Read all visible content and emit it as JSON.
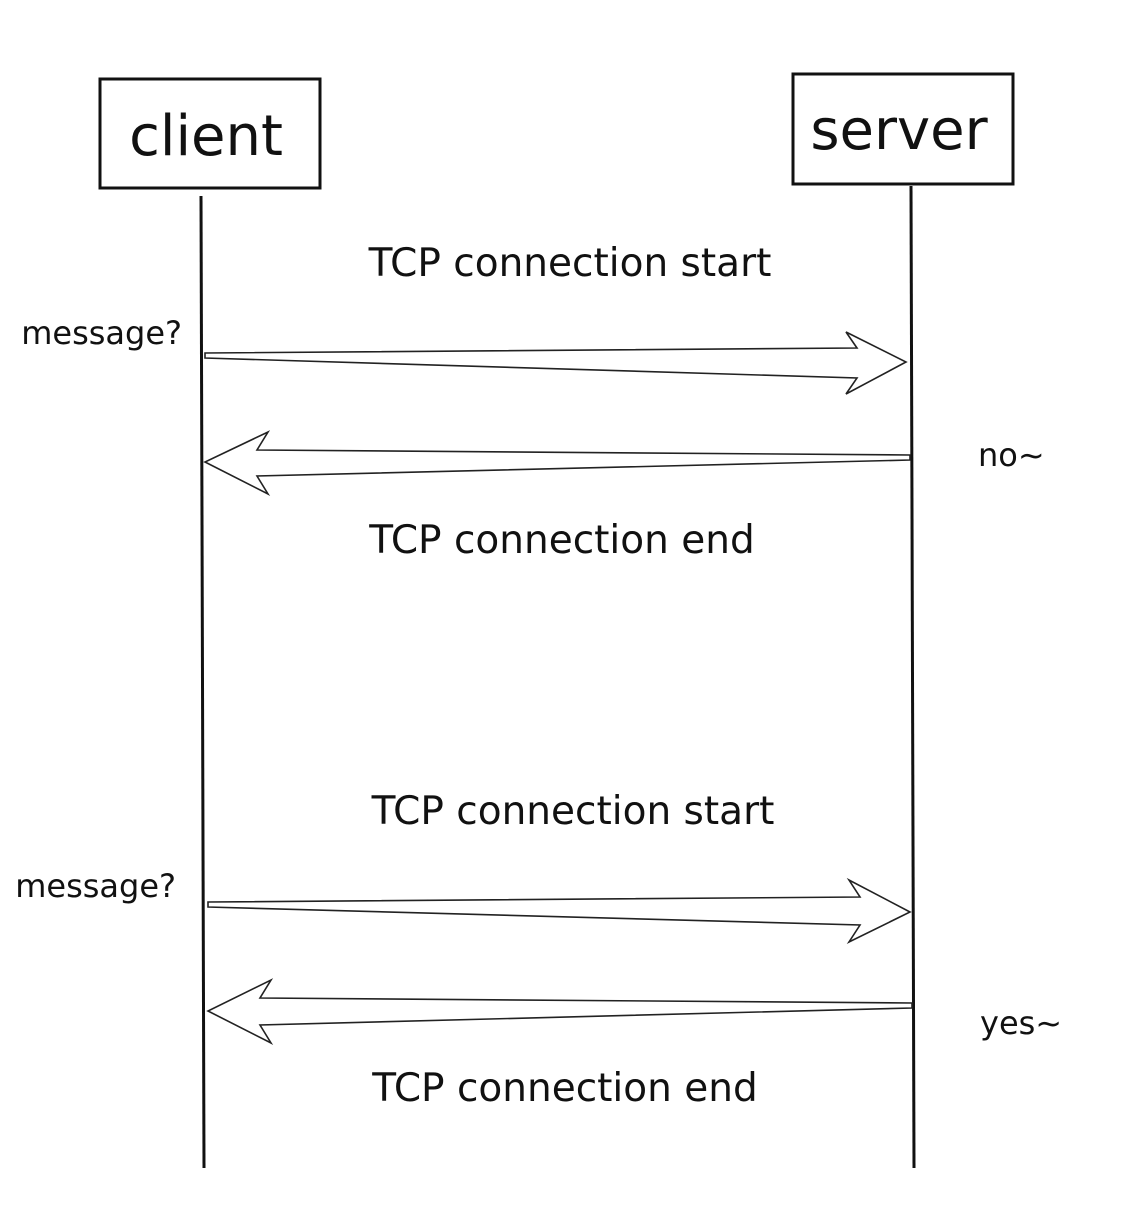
{
  "participants": {
    "client": "client",
    "server": "server"
  },
  "exchanges": [
    {
      "start_label": "TCP connection start",
      "request_label": "message?",
      "response_label": "no~",
      "end_label": "TCP connection end"
    },
    {
      "start_label": "TCP connection start",
      "request_label": "message?",
      "response_label": "yes~",
      "end_label": "TCP connection end"
    }
  ],
  "colors": {
    "background": "#ffffff",
    "stroke": "#111111",
    "text": "#111111"
  }
}
